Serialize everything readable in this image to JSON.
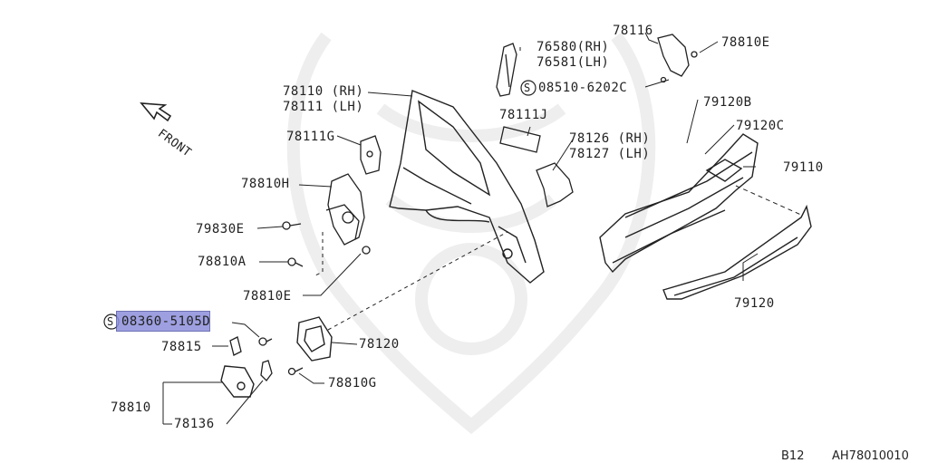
{
  "diagram": {
    "front_label": "FRONT",
    "selected_part": "08360-5105D",
    "labels": {
      "p78116": "78116",
      "p78810E_top": "78810E",
      "p76580": "76580(RH)",
      "p76581": "76581(LH)",
      "p08510": "08510-6202C",
      "p78110": "78110 (RH)",
      "p78111": "78111 (LH)",
      "p78111J": "78111J",
      "p78126": "78126 (RH)",
      "p78127": "78127 (LH)",
      "p79120B": "79120B",
      "p79120C": "79120C",
      "p79110": "79110",
      "p78111G": "78111G",
      "p78810H": "78810H",
      "p79830E": "79830E",
      "p78810A": "78810A",
      "p78810E_low": "78810E",
      "p08360_suffix": "D",
      "p78815": "78815",
      "p78120": "78120",
      "p78810G": "78810G",
      "p78810": "78810",
      "p78136": "78136",
      "p79120": "79120"
    },
    "s_symbol": "S"
  },
  "footer": {
    "page_code": "B12",
    "diagram_code": "AH78010010"
  }
}
